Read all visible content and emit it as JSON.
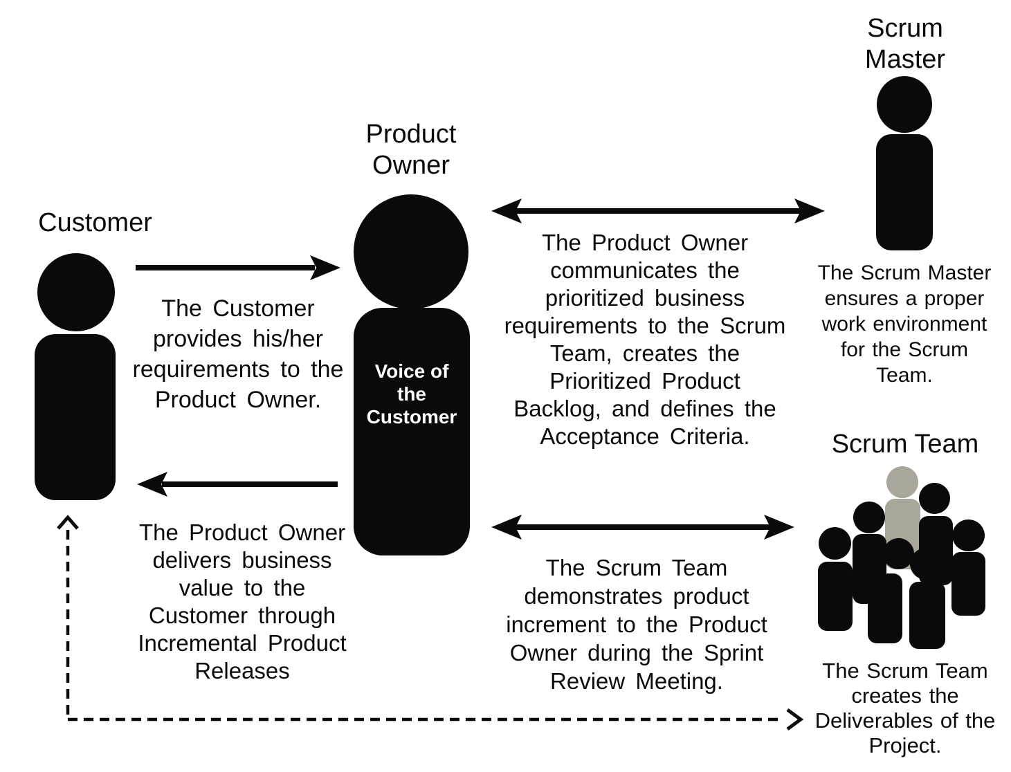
{
  "colors": {
    "ink": "#0a0a0a",
    "team_gray": "#aaa69c",
    "background": "#ffffff",
    "voice_text": "#ffffff"
  },
  "roles": {
    "customer": {
      "label": "Customer"
    },
    "product_owner": {
      "label": "Product Owner",
      "label_lines": [
        "Product",
        "Owner"
      ],
      "voice_lines": [
        "Voice of",
        "the",
        "Customer"
      ]
    },
    "scrum_master": {
      "label": "Scrum Master",
      "label_lines": [
        "Scrum",
        "Master"
      ],
      "caption_lines": [
        "The Scrum Master",
        "ensures a proper",
        "work environment",
        "for the Scrum",
        "Team."
      ]
    },
    "scrum_team": {
      "label": "Scrum Team",
      "caption_lines": [
        "The Scrum Team",
        "creates the",
        "Deliverables of the",
        "Project."
      ]
    }
  },
  "flows": {
    "customer_to_po": {
      "lines": [
        "The Customer",
        "provides his/her",
        "requirements to the",
        "Product Owner."
      ]
    },
    "po_and_scrum_master": {
      "lines": [
        "The Product Owner",
        "communicates the",
        "prioritized business",
        "requirements to the Scrum",
        "Team, creates the",
        "Prioritized Product",
        "Backlog, and defines the",
        "Acceptance Criteria."
      ]
    },
    "po_to_customer": {
      "lines": [
        "The Product Owner",
        "delivers business",
        "value to the",
        "Customer through",
        "Incremental Product",
        "Releases"
      ]
    },
    "po_and_scrum_team": {
      "lines": [
        "The Scrum Team",
        "demonstrates product",
        "increment to the Product",
        "Owner during the Sprint",
        "Review Meeting."
      ]
    }
  }
}
